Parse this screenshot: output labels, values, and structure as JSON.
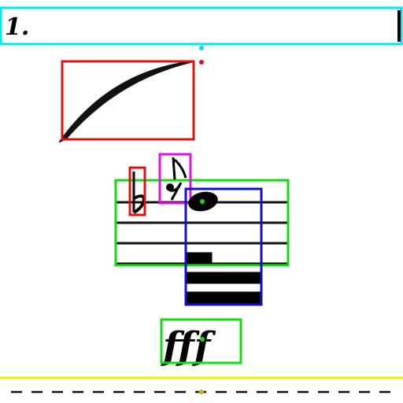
{
  "header": {
    "measure_number": "1."
  },
  "dynamic": {
    "text": "fff"
  },
  "symbols": [
    {
      "name": "measure-number",
      "box_color": "cyan"
    },
    {
      "name": "slur",
      "box_color": "red"
    },
    {
      "name": "flat-accidental",
      "box_color": "red"
    },
    {
      "name": "eighth-rest",
      "box_color": "magenta"
    },
    {
      "name": "staff",
      "box_color": "green"
    },
    {
      "name": "notehead-with-ledger-lines",
      "box_color": "blue"
    },
    {
      "name": "dynamic-fff",
      "box_color": "green"
    },
    {
      "name": "dashed-line",
      "box_color": "yellow"
    }
  ],
  "colors": {
    "cyan": "#00e5ee",
    "red": "#e01010",
    "magenta": "#e010e0",
    "green": "#10dd10",
    "blue": "#1010cc",
    "yellow": "#f0f000",
    "ink": "#000000"
  }
}
